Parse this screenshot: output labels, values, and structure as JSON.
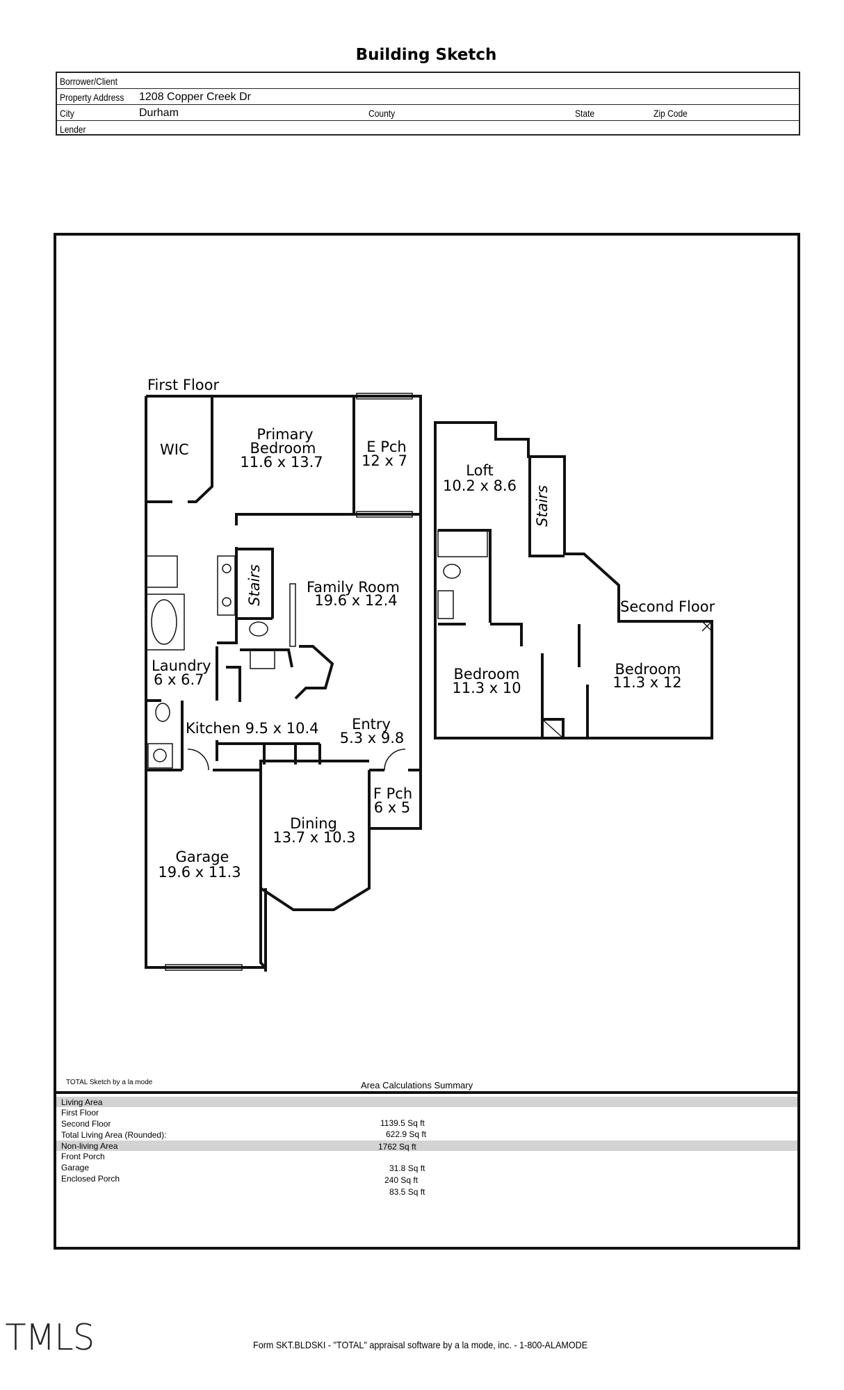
{
  "title": "Building Sketch",
  "header": {
    "borrower_label": "Borrower/Client",
    "address_label": "Property Address",
    "address_value": "1208 Copper Creek Dr",
    "city_label": "City",
    "city_value": "Durham",
    "county_label": "County",
    "state_label": "State",
    "zip_label": "Zip Code",
    "lender_label": "Lender"
  },
  "floors": {
    "first": "First Floor",
    "second": "Second Floor"
  },
  "rooms": {
    "wic": "WIC",
    "primary_1": "Primary",
    "primary_2": "Bedroom",
    "primary_dim": "11.6 x 13.7",
    "epch": "E Pch",
    "epch_dim": "12 x 7",
    "stairs": "Stairs",
    "family": "Family Room",
    "family_dim": "19.6 x 12.4",
    "laundry": "Laundry",
    "laundry_dim": "6 x 6.7",
    "kitchen": "Kitchen 9.5 x 10.4",
    "entry": "Entry",
    "entry_dim": "5.3 x 9.8",
    "fpch": "F Pch",
    "fpch_dim": "6 x 5",
    "dining": "Dining",
    "dining_dim": "13.7 x 10.3",
    "garage": "Garage",
    "garage_dim": "19.6 x 11.3",
    "loft": "Loft",
    "loft_dim": "10.2 x 8.6",
    "bed_a": "Bedroom",
    "bed_a_dim": "11.3 x 10",
    "bed_b": "Bedroom",
    "bed_b_dim": "11.3 x 12"
  },
  "sketch_credit": "TOTAL Sketch by a la mode",
  "area_summary": {
    "title": "Area Calculations Summary",
    "living_header": "Living Area",
    "first_floor_label": "First Floor",
    "first_floor_value": "1139.5 Sq ft",
    "second_floor_label": "Second Floor",
    "second_floor_value": "622.9 Sq ft",
    "total_label": "Total Living Area (Rounded):",
    "total_value": "1762 Sq ft",
    "nonliving_header": "Non-living Area",
    "front_porch_label": "Front Porch",
    "front_porch_value": "31.8 Sq ft",
    "garage_label": "Garage",
    "garage_value": "240 Sq ft",
    "enclosed_porch_label": "Enclosed Porch",
    "enclosed_porch_value": "83.5 Sq ft"
  },
  "watermark": "TMLS",
  "footer": "Form SKT.BLDSKI - \"TOTAL\" appraisal software by a la mode, inc. - 1-800-ALAMODE"
}
